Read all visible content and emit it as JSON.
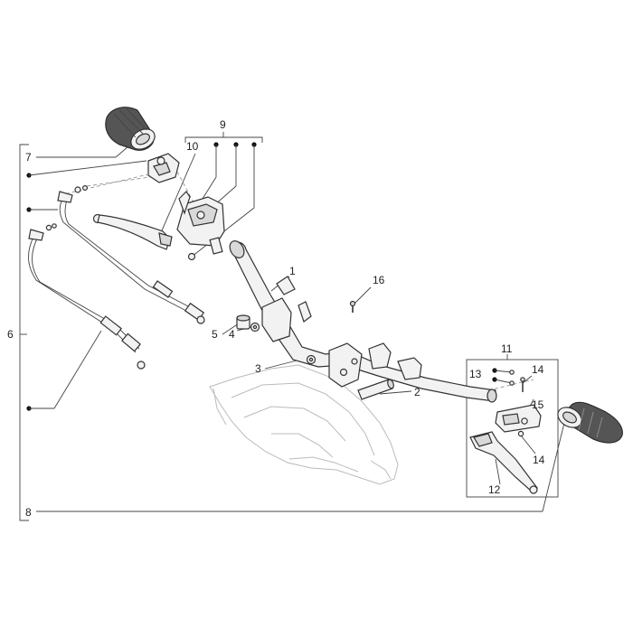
{
  "callouts": {
    "c1": "1",
    "c2": "2",
    "c3": "3",
    "c4": "4",
    "c5": "5",
    "c6": "6",
    "c7": "7",
    "c8": "8",
    "c9": "9",
    "c10": "10",
    "c11": "11",
    "c12": "12",
    "c13": "13",
    "c14a": "14",
    "c14b": "14",
    "c15": "15",
    "c16": "16"
  }
}
